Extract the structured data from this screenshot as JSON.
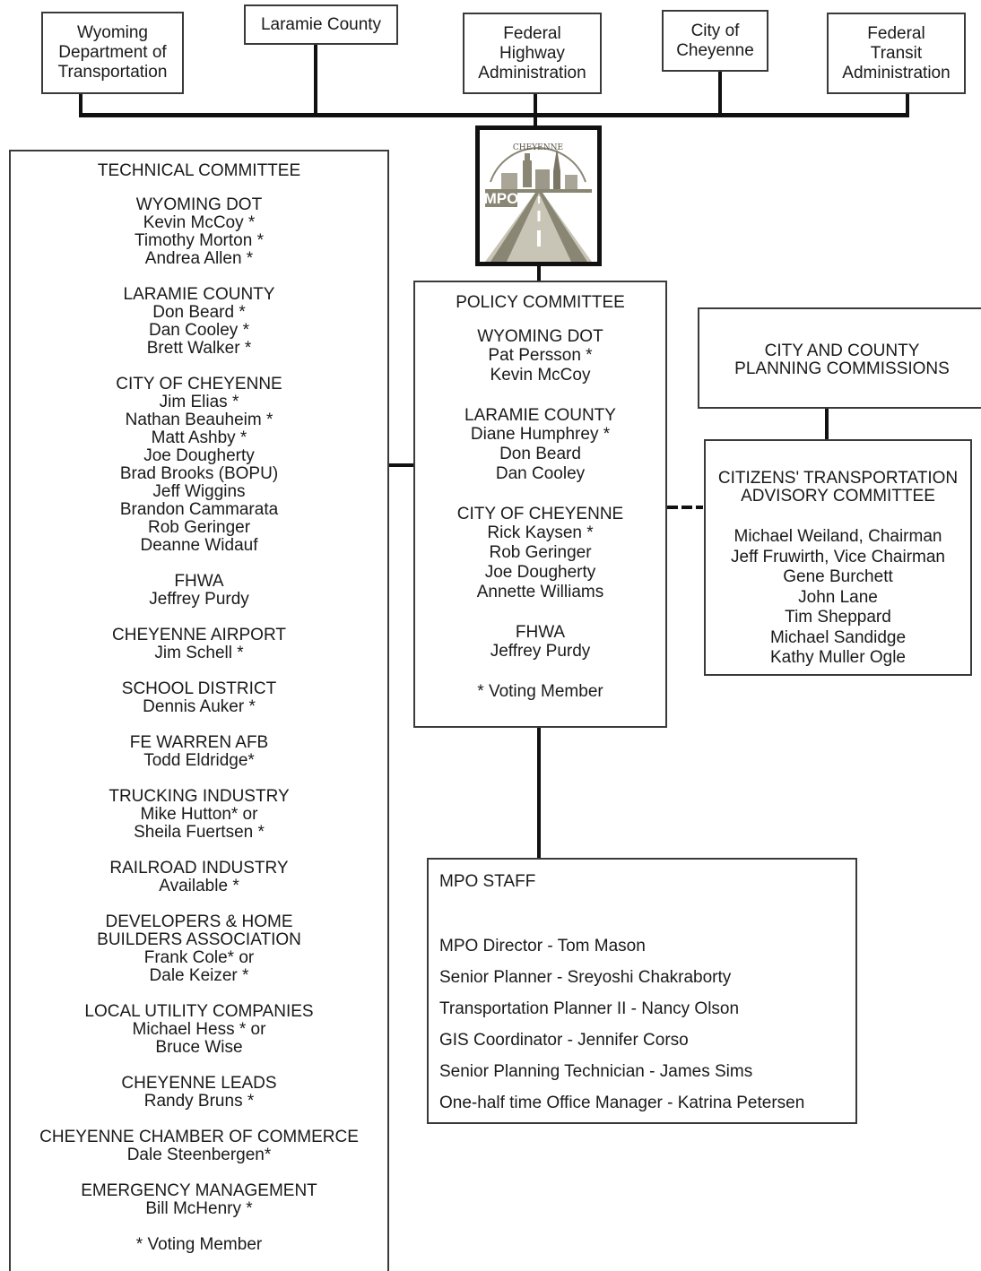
{
  "agencies": [
    {
      "name": "Wyoming\nDepartment of\nTransportation"
    },
    {
      "name": "Laramie County"
    },
    {
      "name": "Federal\nHighway\nAdministration"
    },
    {
      "name": "City of\nCheyenne"
    },
    {
      "name": "Federal\nTransit\nAdministration"
    }
  ],
  "logo": {
    "top_text": "CHEYENNE",
    "badge": "MPO",
    "colors": {
      "olive": "#8a8674",
      "light": "#c8c5b6",
      "dark": "#5a5748"
    }
  },
  "technical_committee": {
    "title": "TECHNICAL COMMITTEE",
    "groups": [
      {
        "name": "WYOMING DOT",
        "members": [
          "Kevin McCoy *",
          "Timothy Morton *",
          "Andrea Allen *"
        ]
      },
      {
        "name": "LARAMIE COUNTY",
        "members": [
          "Don Beard *",
          "Dan Cooley *",
          "Brett Walker *"
        ]
      },
      {
        "name": "CITY OF CHEYENNE",
        "members": [
          "Jim Elias *",
          "Nathan Beauheim *",
          "Matt Ashby *",
          "Joe Dougherty",
          "Brad Brooks (BOPU)",
          "Jeff Wiggins",
          "Brandon Cammarata",
          "Rob Geringer",
          "Deanne Widauf"
        ]
      },
      {
        "name": "FHWA",
        "members": [
          "Jeffrey Purdy"
        ]
      },
      {
        "name": "CHEYENNE AIRPORT",
        "members": [
          "Jim Schell *"
        ]
      },
      {
        "name": "SCHOOL DISTRICT",
        "members": [
          "Dennis Auker *"
        ]
      },
      {
        "name": "FE WARREN AFB",
        "members": [
          "Todd Eldridge*"
        ]
      },
      {
        "name": "TRUCKING INDUSTRY",
        "members": [
          "Mike Hutton* or",
          "Sheila Fuertsen *"
        ]
      },
      {
        "name": "RAILROAD INDUSTRY",
        "members": [
          "Available *"
        ]
      },
      {
        "name": "DEVELOPERS & HOME",
        "members": [
          "BUILDERS ASSOCIATION",
          "Frank Cole* or",
          "Dale Keizer *"
        ]
      },
      {
        "name": "LOCAL UTILITY COMPANIES",
        "members": [
          "Michael Hess * or",
          "Bruce Wise"
        ]
      },
      {
        "name": "CHEYENNE LEADS",
        "members": [
          "Randy Bruns *"
        ]
      },
      {
        "name": "CHEYENNE CHAMBER OF COMMERCE",
        "members": [
          "Dale Steenbergen*"
        ]
      },
      {
        "name": "EMERGENCY MANAGEMENT",
        "members": [
          "Bill McHenry *"
        ]
      }
    ],
    "note": "* Voting Member"
  },
  "policy_committee": {
    "title": "POLICY COMMITTEE",
    "groups": [
      {
        "name": "WYOMING DOT",
        "members": [
          "Pat Persson *",
          "Kevin McCoy"
        ]
      },
      {
        "name": "LARAMIE COUNTY",
        "members": [
          "Diane Humphrey *",
          "Don Beard",
          "Dan Cooley"
        ]
      },
      {
        "name": "CITY OF CHEYENNE",
        "members": [
          "Rick Kaysen *",
          "Rob Geringer",
          "Joe Dougherty",
          "Annette Williams"
        ]
      },
      {
        "name": "FHWA",
        "members": [
          "Jeffrey Purdy"
        ]
      }
    ],
    "note": "* Voting Member"
  },
  "planning_commissions": {
    "line1": "CITY AND COUNTY",
    "line2": "PLANNING COMMISSIONS"
  },
  "citizens_committee": {
    "line1": "CITIZENS' TRANSPORTATION",
    "line2": "ADVISORY COMMITTEE",
    "members": [
      "Michael Weiland, Chairman",
      "Jeff Fruwirth, Vice Chairman",
      "Gene Burchett",
      "John Lane",
      "Tim Sheppard",
      "Michael Sandidge",
      "Kathy Muller Ogle"
    ]
  },
  "mpo_staff": {
    "title": "MPO STAFF",
    "items": [
      "MPO Director - Tom Mason",
      "Senior Planner - Sreyoshi Chakraborty",
      "Transportation Planner II - Nancy Olson",
      "GIS Coordinator  - Jennifer Corso",
      "Senior Planning Technician - James Sims",
      "One-half time Office Manager - Katrina Petersen"
    ]
  }
}
